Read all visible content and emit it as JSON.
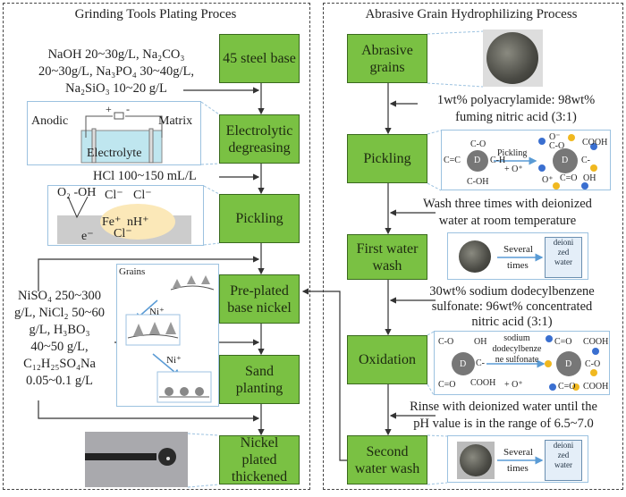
{
  "left_panel": {
    "title": "Grinding Tools Plating Proces",
    "steps": [
      "45 steel base",
      "Electrolytic degreasing",
      "Pickling",
      "Pre-plated base nickel",
      "Sand planting",
      "Nickel plated thickened"
    ],
    "degreasing_solution": [
      "NaOH 20~30g/L, Na₂CO₃",
      "20~30g/L, Na₃PO₄ 30~40g/L,",
      "Na₂SiO₃ 10~20 g/L"
    ],
    "electrolysis_inset": {
      "anode": "Anodic",
      "matrix": "Matrix",
      "electrolyte": "Electrolyte",
      "plus": "+",
      "minus": "-"
    },
    "pickling_solution": "HCl 100~150 mL/L",
    "pickling_inset": {
      "o2": "O₂ -OH",
      "cl1": "Cl⁻",
      "cl2": "Cl⁻",
      "fe": "Fe⁺",
      "nh": "nH⁺",
      "cl3": "Cl⁻",
      "e": "e⁻"
    },
    "nickel_solution": [
      "NiSO₄ 250~300",
      "g/L, NiCl₂ 50~60",
      "g/L, H₃BO₃",
      "40~50 g/L,",
      "C₁₂H₂₅SO₄Na",
      "0.05~0.1 g/L"
    ],
    "grains_inset": {
      "grains": "Grains",
      "ni1": "Ni⁺",
      "ni2": "Ni⁺"
    }
  },
  "right_panel": {
    "title": "Abrasive Grain Hydrophilizing Process",
    "steps": [
      "Abrasive grains",
      "Pickling",
      "First water wash",
      "Oxidation",
      "Second water wash"
    ],
    "pickling_solution": [
      "1wt% polyacrylamide: 98wt%",
      "fuming nitric acid (3:1)"
    ],
    "pickling_inset": {
      "c_o": "C-O",
      "c_c": "C=C",
      "c_h": "C-H",
      "c_oh": "C-OH",
      "d": "D",
      "label": "Pickling",
      "o_plus": "+ O⁺",
      "cooh": "COOH",
      "c_o2": "C-O",
      "o_minus": "O⁻",
      "c_eq_o": "C=O",
      "oh": "OH",
      "o2": "O⁺",
      "c2": "C-"
    },
    "wash_note": [
      "Wash three times with deionized",
      "water at room temperature"
    ],
    "wash_inset": {
      "label1": "Several",
      "label2": "times",
      "beaker": [
        "deioni",
        "zed",
        "water"
      ]
    },
    "oxidation_solution": [
      "30wt% sodium dodecylbenzene",
      "sulfonate: 96wt% concentrated",
      "nitric acid (3:1)"
    ],
    "oxidation_inset": {
      "agent": [
        "sodium",
        "dodecylbenze",
        "ne sulfonate"
      ],
      "o_plus": "+ O⁺",
      "d": "D",
      "left": [
        "C-O",
        "OH",
        "C=O",
        "C-",
        "COOH"
      ],
      "right": [
        "C=O",
        "COOH",
        "C-O",
        "C=O",
        "COOH"
      ]
    },
    "rinse_note": [
      "Rinse with deionized water until the",
      "pH value is in the range of 6.5~7.0"
    ],
    "second_inset": {
      "label1": "Several",
      "label2": "times",
      "beaker": [
        "deioni",
        "zed",
        "water"
      ]
    }
  },
  "colors": {
    "step_fill": "#7ac143",
    "inset_border": "#9cc2e0",
    "electrolyte": "#bfe6ef"
  }
}
